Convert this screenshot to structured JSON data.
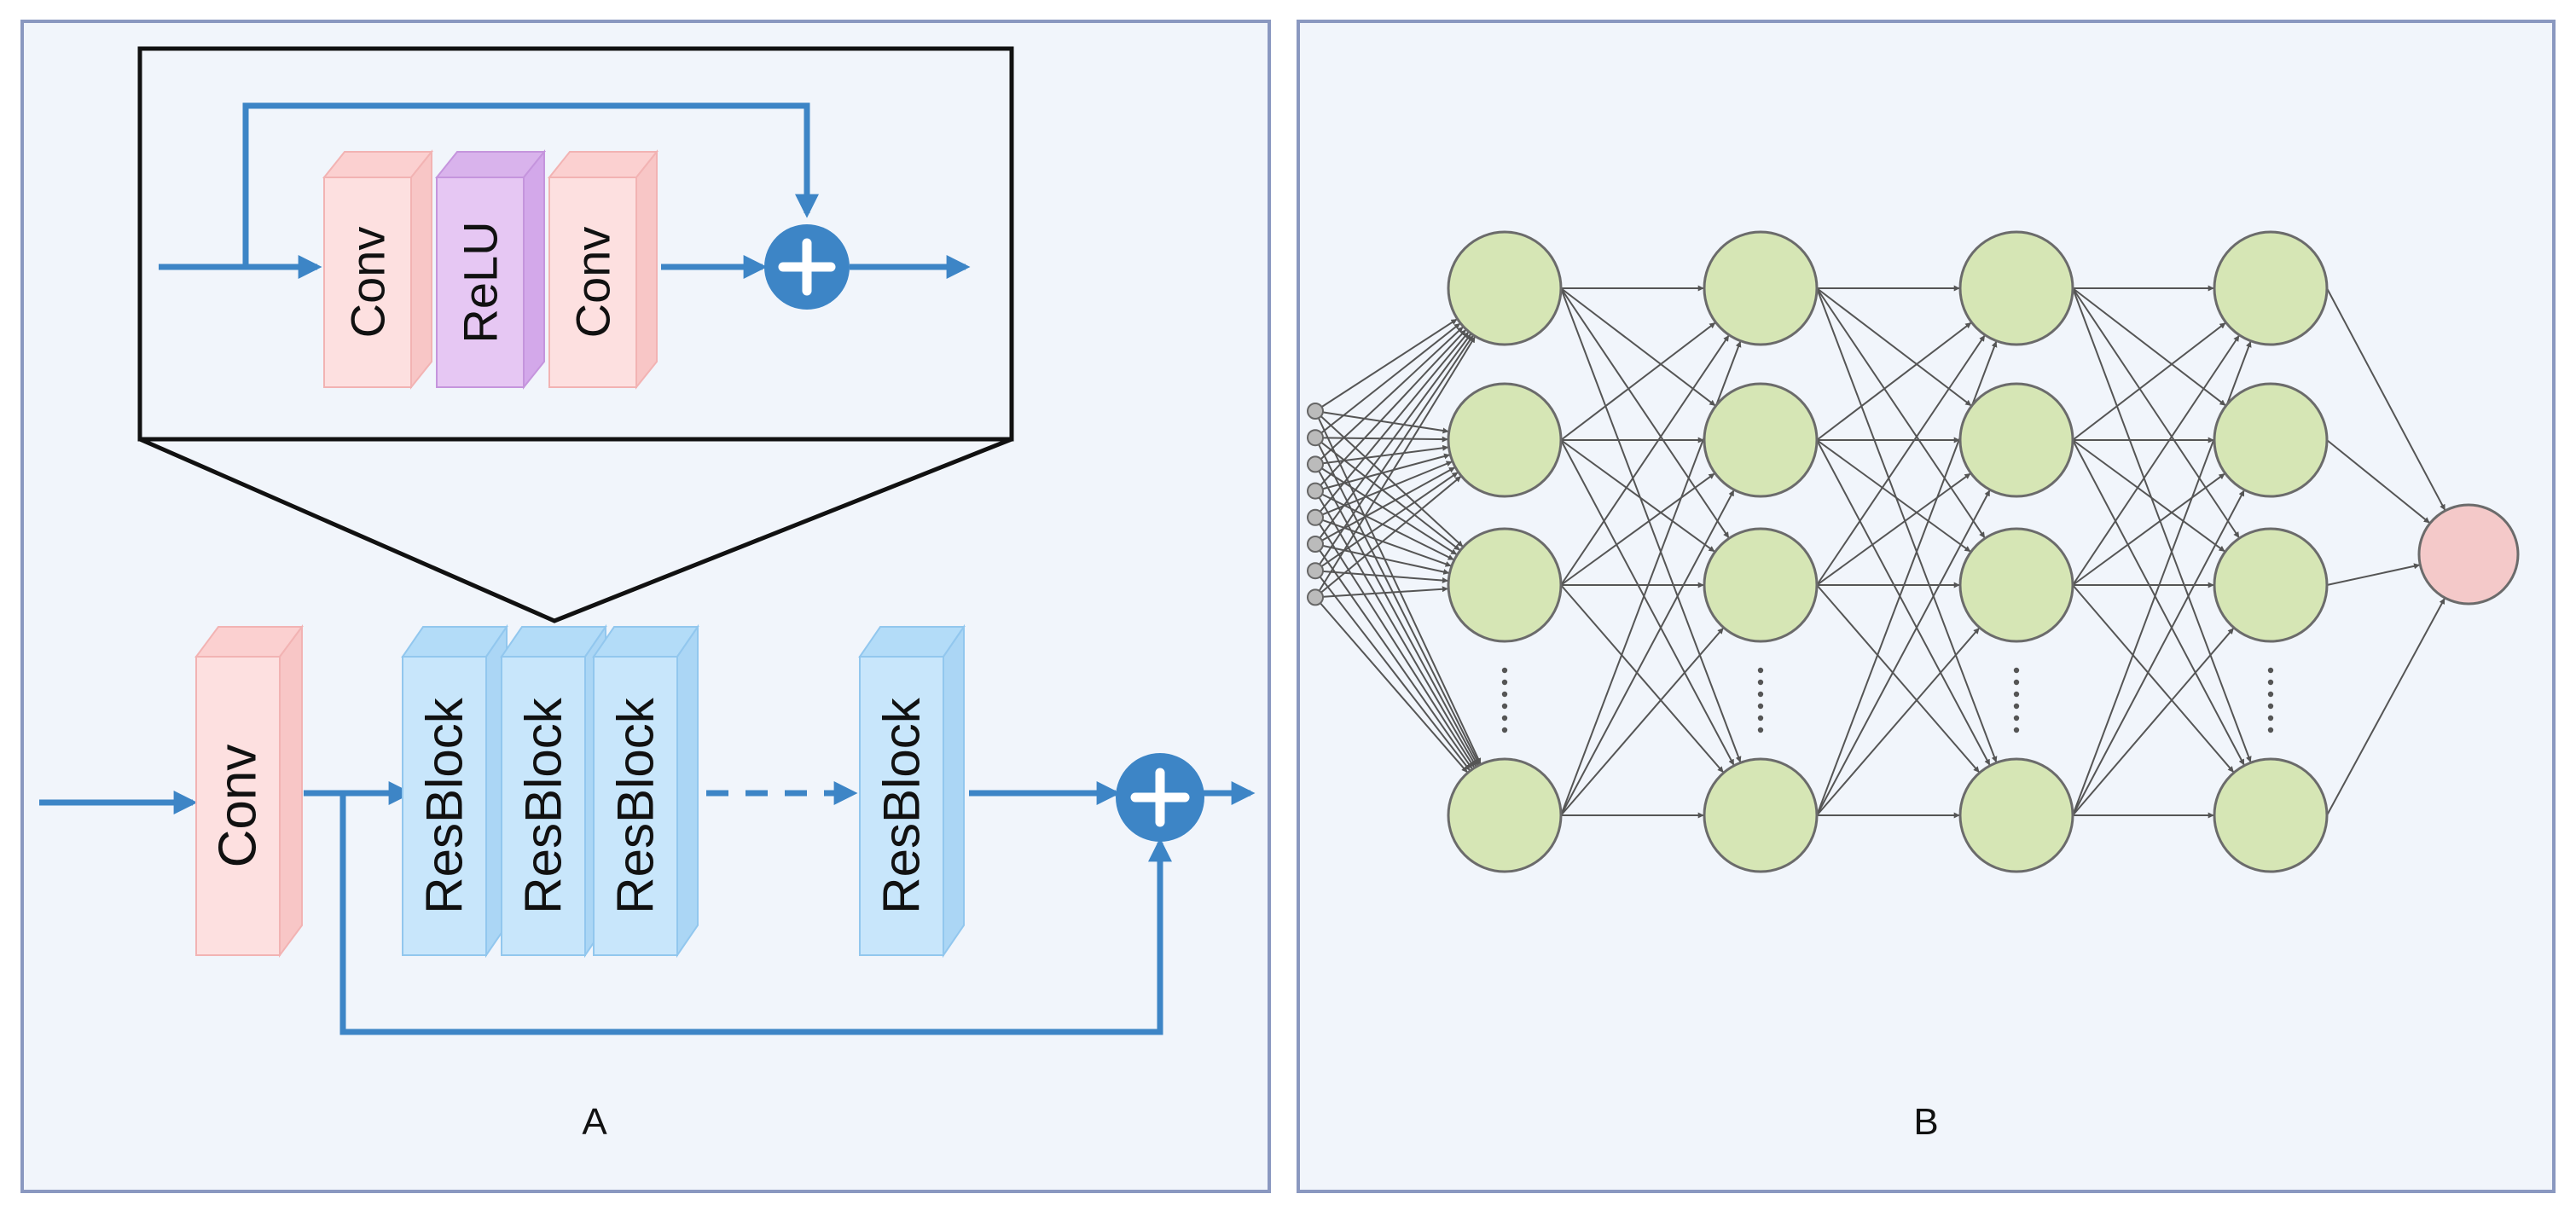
{
  "panel_a": {
    "label": "A",
    "inset_block_labels": [
      "Conv",
      "ReLU",
      "Conv"
    ],
    "main_conv_label": "Conv",
    "resblock_labels": [
      "ResBlock",
      "ResBlock",
      "ResBlock",
      "ResBlock"
    ]
  },
  "panel_b": {
    "label": "B",
    "input_node_count": 8,
    "hidden_layers": 4,
    "visible_nodes_per_layer": 4,
    "output_node_count": 1,
    "ellipsis_in_layers": true
  },
  "colors": {
    "panel_background": "#f1f5fb",
    "panel_border": "#8a98c0",
    "arrow_blue": "#3d85c6",
    "conv_fill": "#fde0e0",
    "relu_fill": "#e6c7f3",
    "resblock_fill": "#c8e6fb",
    "hidden_node_fill": "#d6e6b5",
    "output_node_fill": "#f4c9c9",
    "edge_gray": "#555555"
  }
}
